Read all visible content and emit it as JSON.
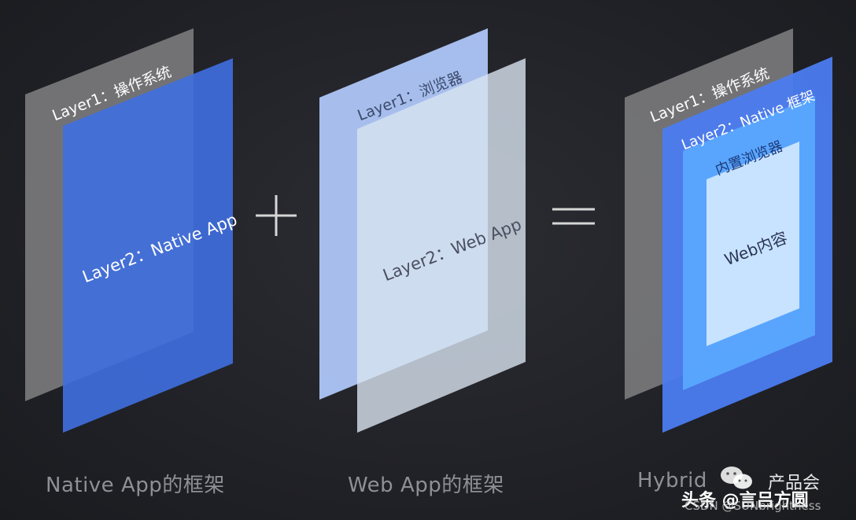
{
  "native": {
    "layer1": "Layer1：操作系统",
    "layer2": "Layer2：Native App",
    "caption": "Native App的框架"
  },
  "web": {
    "layer1": "Layer1：浏览器",
    "layer2": "Layer2：Web App",
    "caption": "Web App的框架"
  },
  "hybrid": {
    "layer1": "Layer1：操作系统",
    "layer2": "Layer2：Native 框架",
    "browser": "内置浏览器",
    "content": "Web内容",
    "caption": "Hybrid"
  },
  "operators": {
    "plus": "+",
    "equals": "="
  },
  "watermark": {
    "line1": "头条 @言吕方圆",
    "line1b": "产品会",
    "line2": "CSDN @SUNbrightness"
  },
  "colors": {
    "gray_panel": "#7a7a7c",
    "native_blue": "#3f6fe0",
    "light_blue": "#aec6f8",
    "light_gray": "#d8e4f0",
    "mid_blue": "#4b7cf0",
    "sky_blue": "#5aa8ff",
    "pale_blue": "#cfe6ff"
  }
}
